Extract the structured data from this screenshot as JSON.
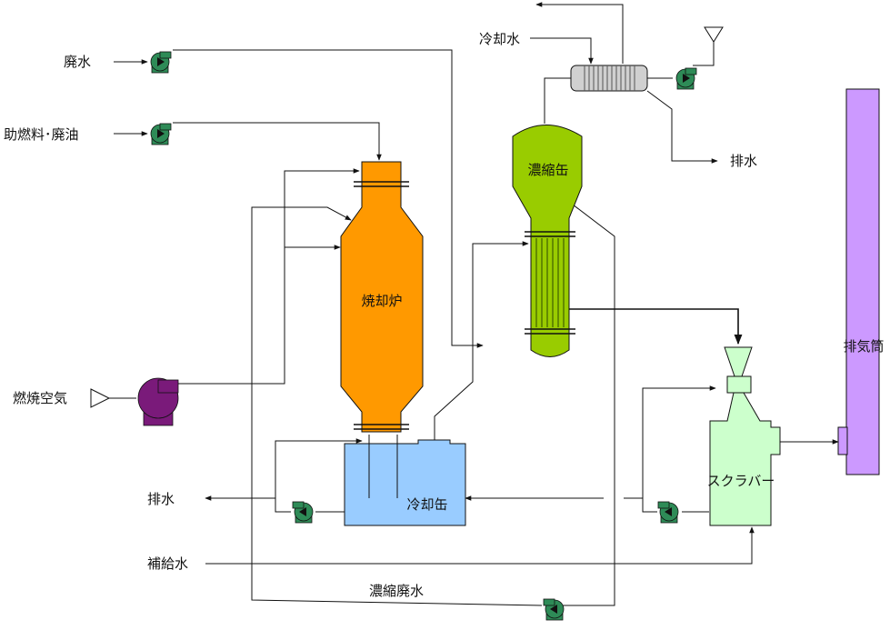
{
  "labels": {
    "waste_water_in": "廃水",
    "aux_fuel": "助燃料･廃油",
    "combustion_air": "燃焼空気",
    "incinerator": "焼却炉",
    "concentrator": "濃縮缶",
    "cooling_water": "冷却水",
    "drain_top": "排水",
    "cooling_can": "冷却缶",
    "drain_left": "排水",
    "makeup_water": "補給水",
    "concentrated_waste": "濃縮廃水",
    "scrubber": "スクラバー",
    "stack": "排気筒"
  },
  "colors": {
    "pump": "#2e8b57",
    "blower": "#7a1a7a",
    "incinerator": "#ff9900",
    "concentrator": "#99cc00",
    "cooling_can": "#99ccff",
    "scrubber": "#ccffcc",
    "stack": "#cc99ff",
    "condenser": "#d0d0d0"
  }
}
